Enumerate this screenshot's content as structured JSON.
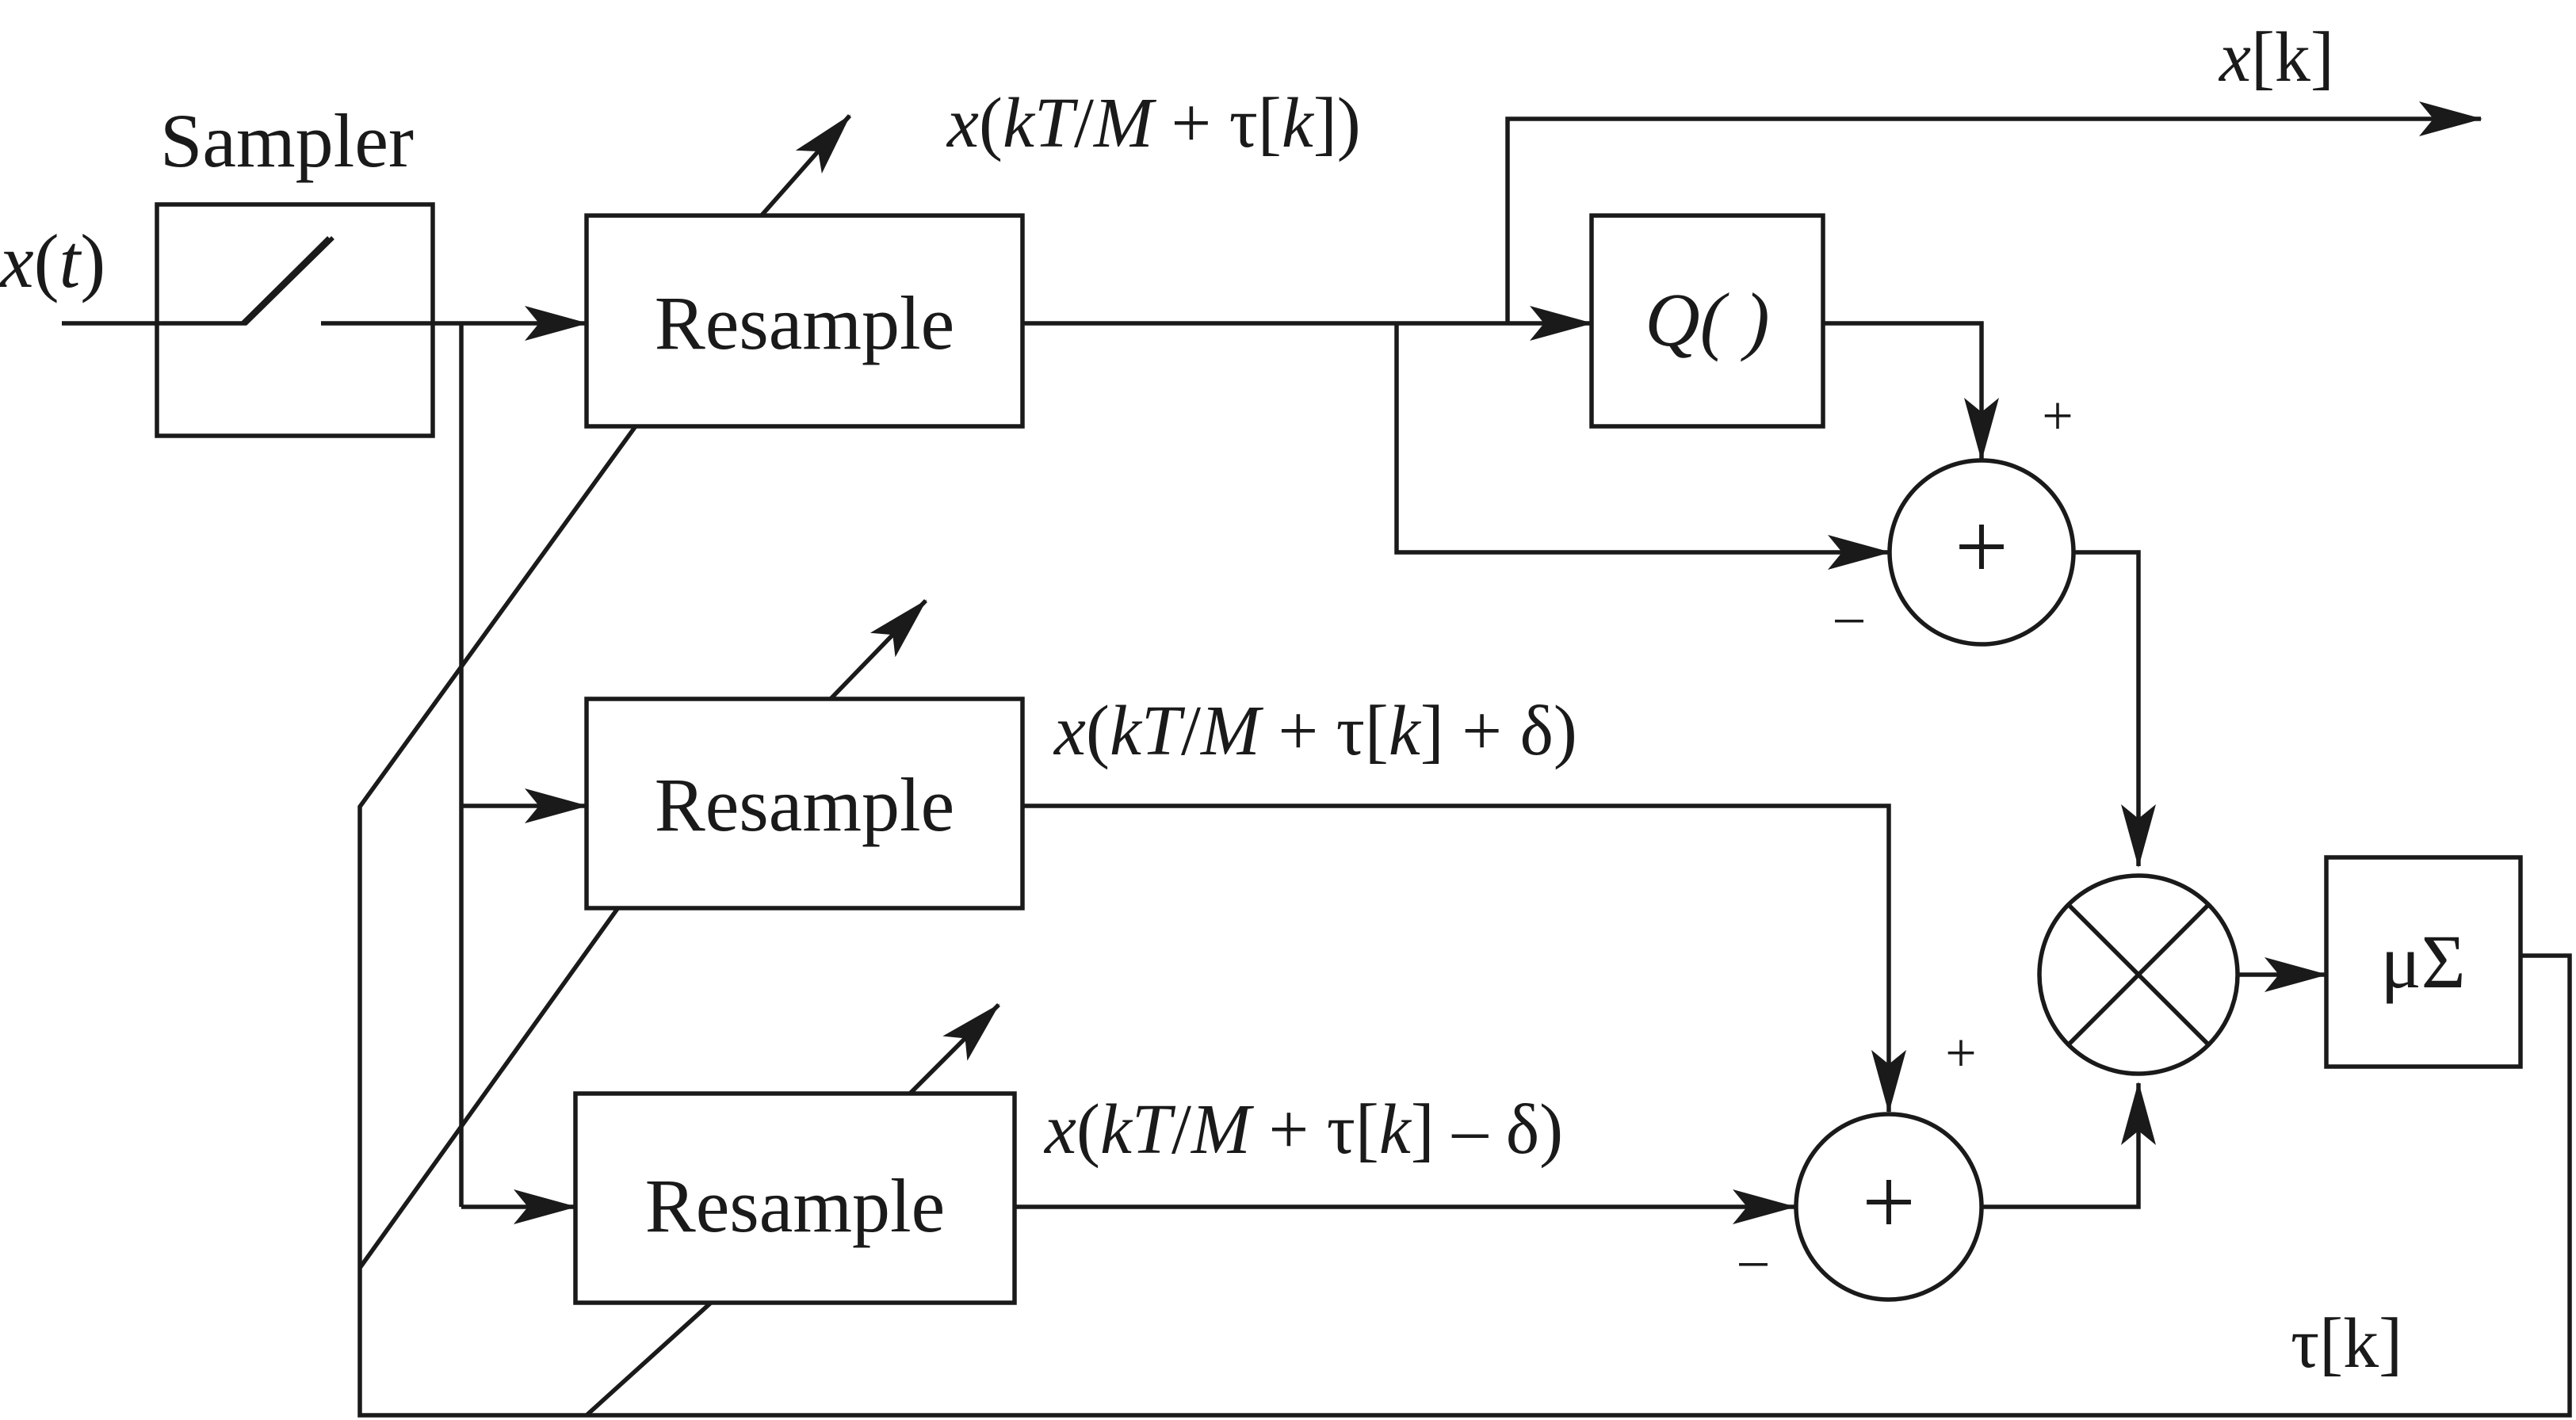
{
  "diagram": {
    "sampler_label": "Sampler",
    "input_label": {
      "var": "x",
      "paren_open": "(",
      "arg": "t",
      "paren_close": ")"
    },
    "resample_top": "Resample",
    "resample_mid": "Resample",
    "resample_bot": "Resample",
    "quantizer_label": "Q( )",
    "sum_block_label": "μΣ",
    "adder_symbol": "+",
    "plus_sign": "+",
    "minus_sign": "–",
    "output_label": {
      "var": "x",
      "bracket": "[k]"
    },
    "feedback_label": {
      "var": "τ",
      "bracket": "[k]"
    },
    "signal_top": {
      "x": "x",
      "open": "(",
      "kT": "kT",
      "slash": "/",
      "M": "M",
      "rest": " + τ[",
      "k": "k",
      "close": "])"
    },
    "signal_mid": {
      "x": "x",
      "open": "(",
      "kT": "kT",
      "slash": "/",
      "M": "M",
      "rest": " + τ[",
      "k": "k",
      "close": "] + δ)"
    },
    "signal_bot": {
      "x": "x",
      "open": "(",
      "kT": "kT",
      "slash": "/",
      "M": "M",
      "rest": " + τ[",
      "k": "k",
      "close": "] – δ)"
    }
  },
  "colors": {
    "ink": "#1a1a1a",
    "background": "#ffffff"
  }
}
